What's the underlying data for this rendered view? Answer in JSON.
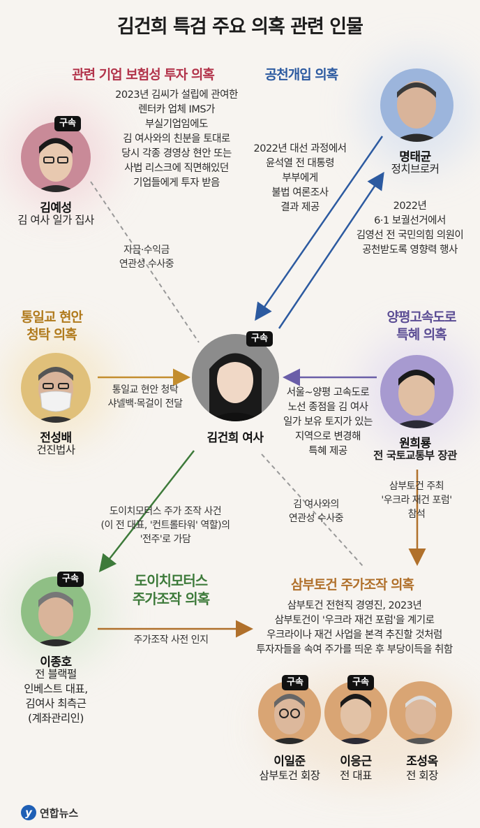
{
  "title": "김건희 특검 주요 의혹 관련 인물",
  "sections": {
    "insurance": "관련 기업 보험성 투자 의혹",
    "nomination": "공천개입 의혹",
    "unification": [
      "통일교 현안",
      "청탁 의혹"
    ],
    "yangpyeong": [
      "양평고속도로",
      "특혜 의혹"
    ],
    "deutsch": [
      "도이치모터스",
      "주가조작 의혹"
    ],
    "sambu": "삼부토건 주가조작 의혹"
  },
  "texts": {
    "insurance_desc": [
      "2023년 김씨가 설립에 관여한",
      "렌터카 업체 IMS가",
      "부실기업임에도",
      "김 여사와의 친분을 토대로",
      "당시 각종 경영상 현안 또는",
      "사법 리스크에 직면해있던",
      "기업들에게 투자 받음"
    ],
    "myung_to_kim": [
      "2022년 대선 과정에서",
      "윤석열 전 대통령",
      "부부에게",
      "불법 여론조사",
      "결과 제공"
    ],
    "kim_to_myung": [
      "2022년",
      "6·1 보궐선거에서",
      "김영선 전 국민의힘 의원이",
      "공천받도록 영향력 행사"
    ],
    "kimys_kim": [
      "자금·수익금",
      "연관성 수사중"
    ],
    "jeon_kim": [
      "통일교 현안 청탁",
      "샤넬백·목걸이 전달"
    ],
    "won_kim": [
      "서울~양평 고속도로",
      "노선 종점을 김 여사",
      "일가 보유 토지가 있는",
      "지역으로 변경해",
      "특혜 제공"
    ],
    "won_sambu": [
      "삼부토건 주최",
      "'우크라 재건 포럼'",
      "참석"
    ],
    "kim_lee": [
      "도이치모터스 주가 조작 사건",
      "(이 전 대표, '컨트롤타워' 역할)의",
      "'전주'로 가담"
    ],
    "kim_sambu": [
      "김 여사와의",
      "연관성 수사중"
    ],
    "lee_sambu": "주가조작 사전 인지",
    "sambu_desc": [
      "삼부토건 전현직 경영진, 2023년",
      "삼부토건이 '우크라 재건 포럼'을 계기로",
      "우크라이나 재건 사업을 본격 추진할 것처럼",
      "투자자들을 속여 주가를 띄운 후 부당이득을 취함"
    ]
  },
  "people": {
    "kim_yesung": {
      "name": "김예성",
      "role": [
        "김 여사 일가 집사"
      ],
      "badge": "구속"
    },
    "myung": {
      "name": "명태균",
      "role": [
        "정치브로커"
      ]
    },
    "jeon": {
      "name": "전성배",
      "role": [
        "건진법사"
      ]
    },
    "kim_keonhee": {
      "name": "김건희 여사",
      "badge": "구속"
    },
    "won": {
      "name": "원희룡",
      "role": [
        "전 국토교통부 장관"
      ]
    },
    "lee_jongho": {
      "name": "이종호",
      "role": [
        "전 블랙펄",
        "인베스트 대표,",
        "김여사 최측근",
        "(계좌관리인)"
      ],
      "badge": "구속"
    },
    "lee_iljun": {
      "name": "이일준",
      "role": [
        "삼부토건 회장"
      ],
      "badge": "구속"
    },
    "lee_eunggeun": {
      "name": "이응근",
      "role": [
        "전 대표"
      ],
      "badge": "구속"
    },
    "cho": {
      "name": "조성옥",
      "role": [
        "전 회장"
      ]
    }
  },
  "footer": {
    "logo_text": "연합뉴스"
  },
  "colors": {
    "insurance": "#b2334a",
    "nomination": "#2c5aa0",
    "unification": "#b07a1c",
    "yangpyeong": "#5b4d94",
    "deutsch": "#3d7a3a",
    "sambu": "#b0702b"
  }
}
